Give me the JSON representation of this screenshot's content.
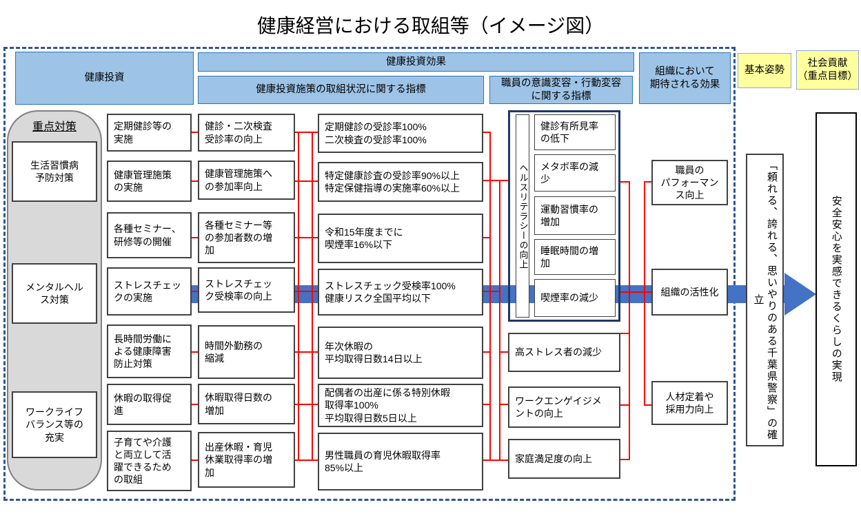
{
  "title": "健康経営における取組等（イメージ図）",
  "headers": {
    "investment": "健康投資",
    "investment_effect": "健康投資効果",
    "effort_indicator": "健康投資施策の取組状況に関する指標",
    "awareness_indicator": "職員の意識変容・行動変容\nに関する指標",
    "org_expected_effect": "組織において\n期待される効果",
    "basic_stance": "基本姿勢",
    "social_contribution": "社会貢献\n（重点目標）"
  },
  "priority": {
    "label": "重点対策",
    "items": [
      "生活習慣病\n予防対策",
      "メンタルヘル\nス対策",
      "ワークライフ\nバランス等の\n充実"
    ]
  },
  "investments": [
    "定期健診等の\n実施",
    "健康管理施策\nの実施",
    "各種セミナー、\n研修等の開催",
    "ストレスチェッ\nクの実施",
    "長時間労働に\nよる健康障害\n防止対策",
    "休暇の取得促\n進",
    "子育てや介護\nと両立して活\n躍できるため\nの取組"
  ],
  "improvements": [
    "健診・二次検査\n受診率の向上",
    "健康管理施策へ\nの参加率向上",
    "各種セミナー等\nの参加者数の増\n加",
    "ストレスチェッ\nク受検率の向上",
    "時間外勤務の\n縮減",
    "休暇取得日数の\n増加",
    "出産休暇・育児\n休業取得率の増\n加"
  ],
  "targets": [
    "定期健診の受診率100%\n二次検査の受診率100%",
    "特定健康診査の受診率90%以上\n特定保健指導の実施率60%以上",
    "令和15年度までに\n喫煙率16%以下",
    "ストレスチェック受検率100%\n健康リスク全国平均以下",
    "年次休暇の\n平均取得日数14日以上",
    "配偶者の出産に係る特別休暇\n取得率100%\n平均取得日数5日以上",
    "男性職員の育児休暇取得率\n85%以上"
  ],
  "literacy": {
    "label": "ヘルスリテラシーの向上",
    "items": [
      "健診有所見率\nの低下",
      "メタボ率の減\n少",
      "運動習慣率の\n増加",
      "睡眠時間の増\n加",
      "喫煙率の減少"
    ]
  },
  "awareness_outcomes": [
    "高ストレス者の減少",
    "ワークエンゲイジメ\nントの向上",
    "家庭満足度の向上"
  ],
  "org_effects": [
    "職員の\nパフォーマン\nス向上",
    "組織の活性化",
    "人材定着や\n採用力向上"
  ],
  "stance_text": "「頼れる、誇れる、思いやりのある千葉県警察」の確立",
  "social_text": "安全安心を実感できるくらしの実現",
  "colors": {
    "header_fill": "#9DC3E6",
    "yellow_fill": "#FFFF9E",
    "arrow_blue": "#4472C4",
    "connector_red": "#FF0000",
    "navy_border": "#1F3864",
    "grey_fill": "#D9D9D9"
  }
}
